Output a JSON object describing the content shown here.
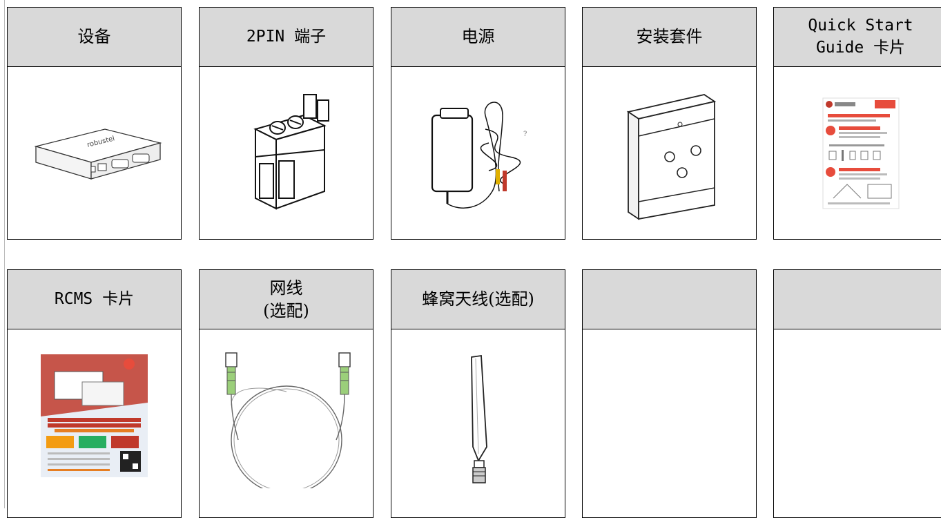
{
  "row1": [
    {
      "label": "设备",
      "icon": "router-device"
    },
    {
      "label": "2PIN 端子",
      "icon": "terminal-block"
    },
    {
      "label": "电源",
      "icon": "power-adapter"
    },
    {
      "label": "安装套件",
      "icon": "din-rail-bracket"
    },
    {
      "label": "Quick Start\nGuide 卡片",
      "icon": "quick-start-guide"
    }
  ],
  "row2": [
    {
      "label": "RCMS 卡片",
      "icon": "rcms-card"
    },
    {
      "label": "网线\n(选配)",
      "icon": "ethernet-cable"
    },
    {
      "label": "蜂窝天线(选配)",
      "icon": "cellular-antenna"
    },
    {
      "label": "",
      "icon": ""
    },
    {
      "label": "",
      "icon": ""
    }
  ]
}
